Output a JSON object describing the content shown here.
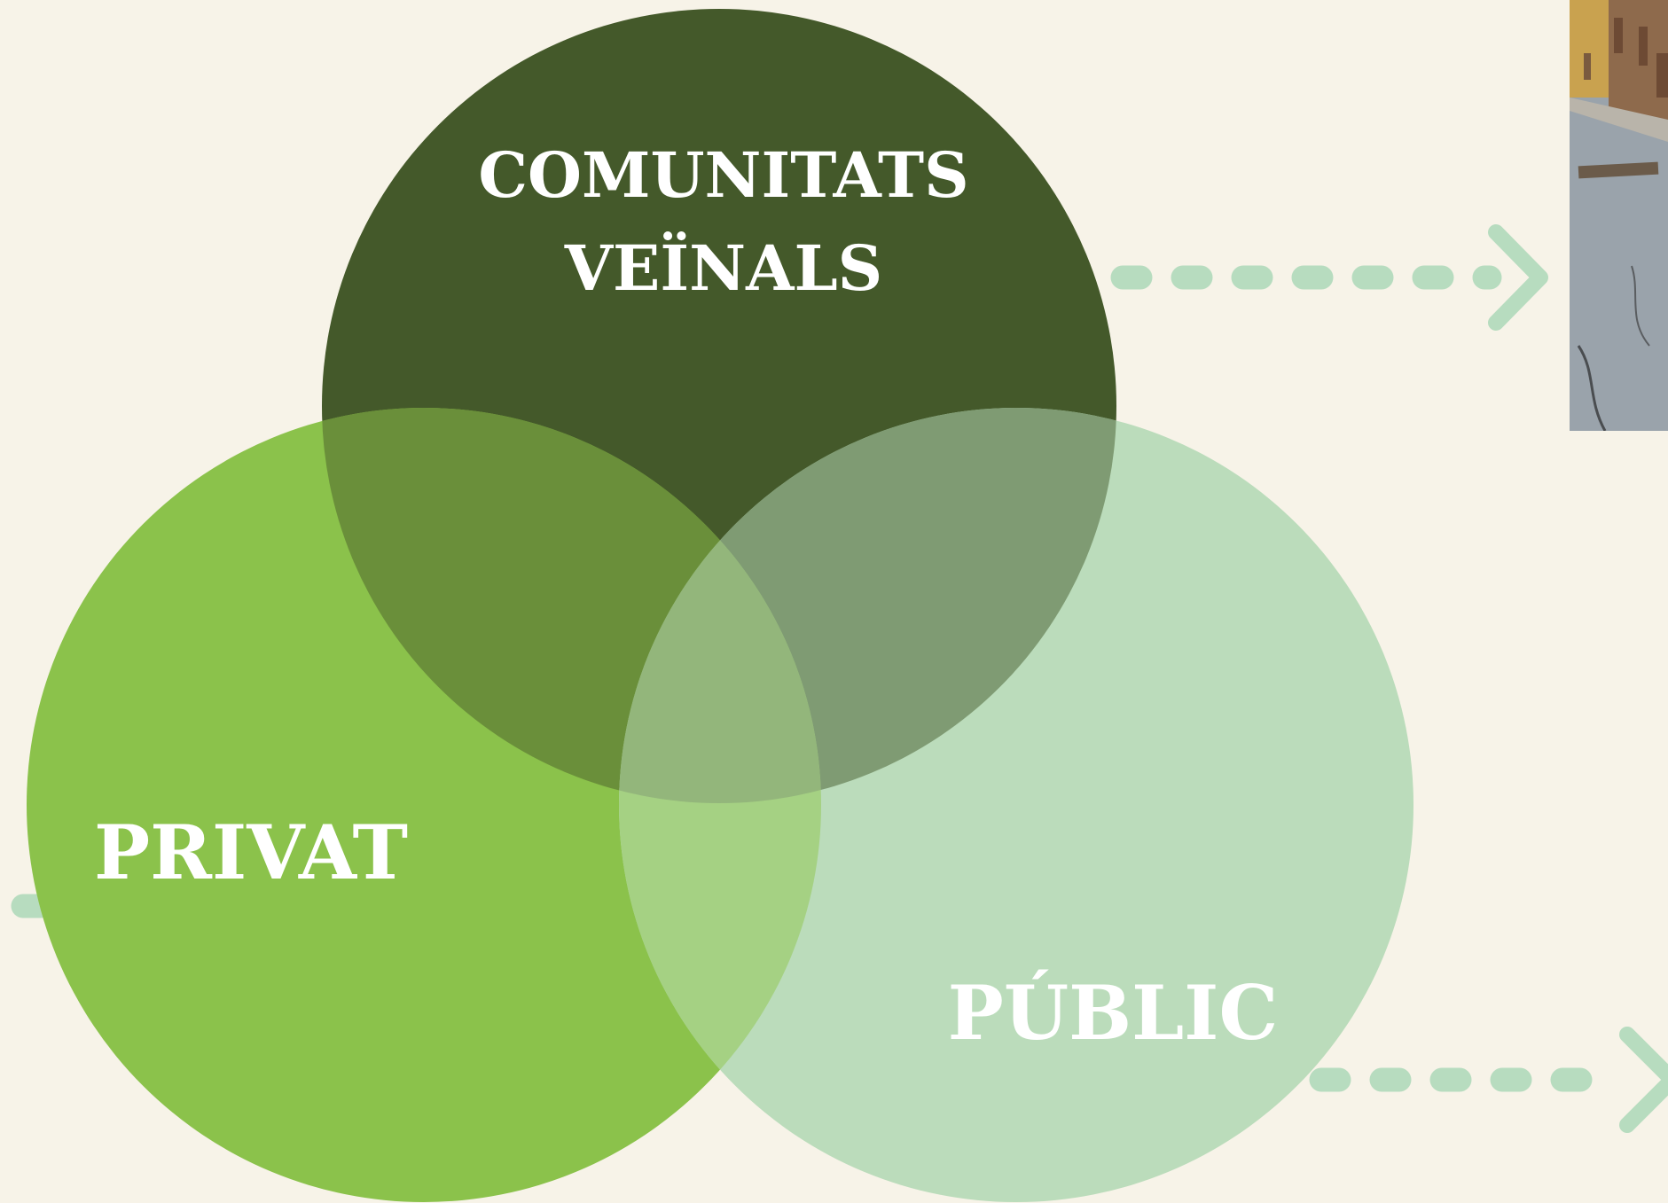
{
  "diagram": {
    "type": "venn",
    "sets": [
      {
        "id": "comunitats",
        "label_lines": [
          "COMUNITATS",
          "VEÏNALS"
        ],
        "color": "#44592a"
      },
      {
        "id": "privat",
        "label": "PRIVAT",
        "color": "#8bc24b"
      },
      {
        "id": "public",
        "label": "PÚBLIC",
        "color": "#bbdcbb"
      }
    ],
    "overlap_colors": {
      "comunitats_privat": "#6a8f3a",
      "comunitats_public": "#7f9b73",
      "privat_public": "#a5d183",
      "all_three": "#93b67b"
    },
    "connector_color": "#b7dcbf",
    "background": "#f7f3e8",
    "photo": {
      "icon": "street-photo-icon",
      "colors": [
        "#9aa3ab",
        "#c9a24f",
        "#8e6a4c"
      ]
    }
  }
}
